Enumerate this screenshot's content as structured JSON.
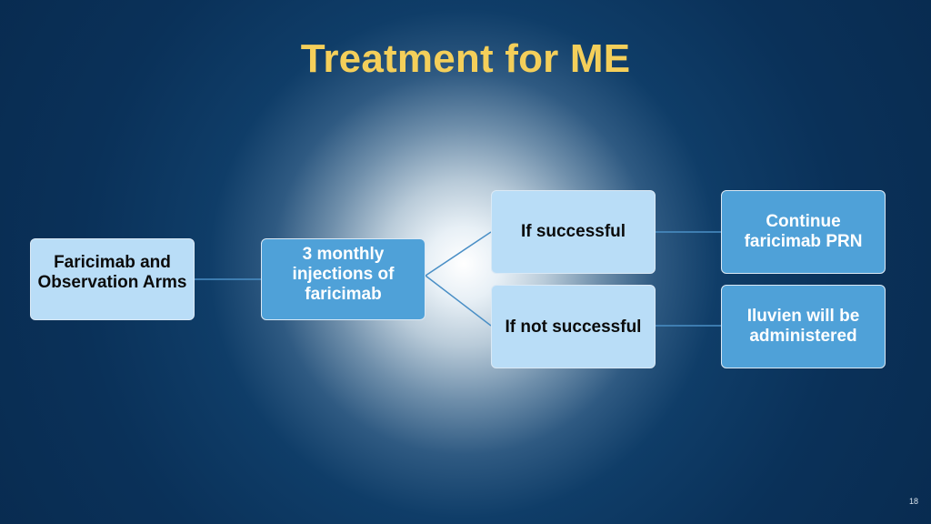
{
  "title": "Treatment for ME",
  "nodes": {
    "start": "Faricimab and Observation Arms",
    "injections": "3 monthly injections of faricimab",
    "success": "If successful",
    "failure": "If not successful",
    "continue": "Continue faricimab PRN",
    "iluvien": "Iluvien will be administered"
  },
  "page_number": "18",
  "colors": {
    "title": "#f4cf5a",
    "light_box": "#b9ddf7",
    "mid_box": "#4fa1d8",
    "connector": "#4a8fc6"
  }
}
